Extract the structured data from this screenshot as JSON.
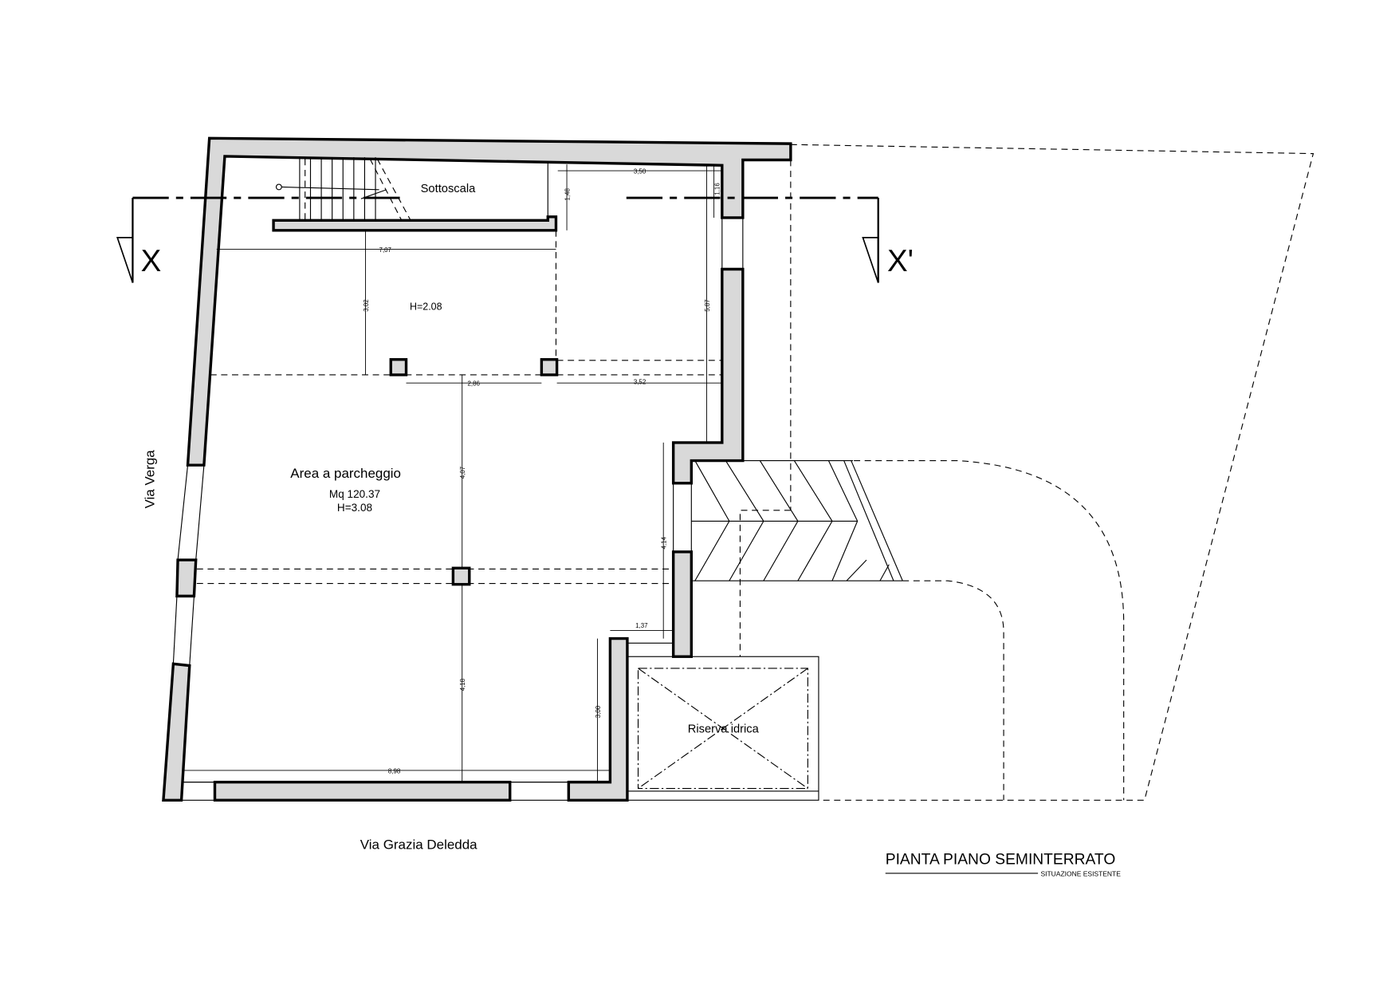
{
  "drawing": {
    "title": "PIANTA PIANO SEMINTERRATO",
    "subtitle": "SITUAZIONE ESISTENTE",
    "section_marks": {
      "left": "X",
      "right": "X'"
    },
    "streets": {
      "west": "Via Verga",
      "south": "Via Grazia Deledda"
    },
    "rooms": {
      "under_stairs": {
        "name": "Sottoscala"
      },
      "upper_area": {
        "height": "H=2.08"
      },
      "parking": {
        "name": "Area a parcheggio",
        "area": "Mq 120.37",
        "height": "H=3.08"
      },
      "water_tank": {
        "name": "Riserva idrica"
      }
    },
    "dimensions": {
      "d350": "3,50",
      "d116": "1,16",
      "d148": "1,48",
      "d707": "7,07",
      "d302": "3,02",
      "d587": "5,87",
      "d286": "2,86",
      "d352": "3,52",
      "d407": "4,07",
      "d414": "4,14",
      "d137": "1,37",
      "d418": "4,18",
      "d300": "3,00",
      "d898": "8,98"
    }
  }
}
